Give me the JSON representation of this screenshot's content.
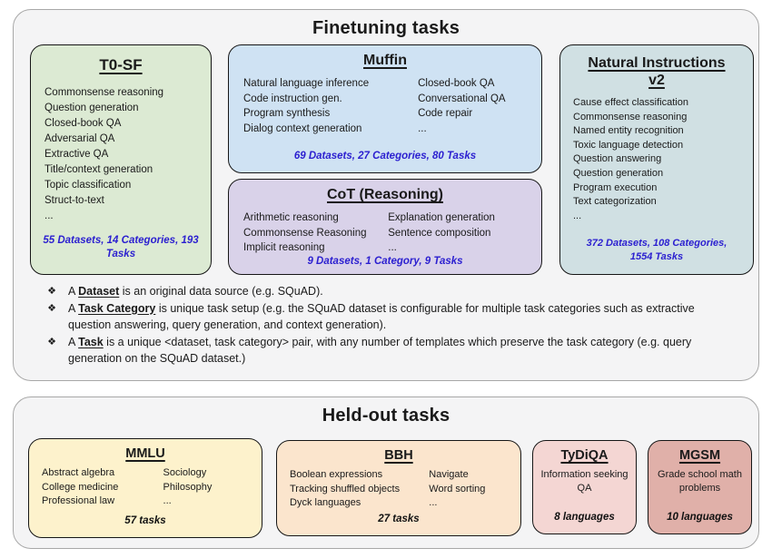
{
  "finetuning": {
    "title": "Finetuning tasks",
    "bullet_glyph": "❖",
    "boxes": {
      "t0sf": {
        "title": "T0-SF",
        "items": [
          "Commonsense reasoning",
          "Question generation",
          "Closed-book QA",
          "Adversarial QA",
          "Extractive QA",
          "Title/context generation",
          "Topic classification",
          "Struct-to-text",
          "..."
        ],
        "stats": "55 Datasets, 14 Categories, 193 Tasks"
      },
      "muffin": {
        "title": "Muffin",
        "col1": [
          "Natural language inference",
          "Code instruction gen.",
          "Program synthesis",
          "Dialog context generation"
        ],
        "col2": [
          "Closed-book QA",
          "Conversational QA",
          "Code repair",
          "..."
        ],
        "stats": "69 Datasets, 27 Categories, 80 Tasks"
      },
      "cot": {
        "title": "CoT (Reasoning)",
        "col1": [
          "Arithmetic reasoning",
          "Commonsense Reasoning",
          "Implicit reasoning"
        ],
        "col2": [
          "Explanation generation",
          "Sentence composition",
          "..."
        ],
        "stats": "9 Datasets, 1 Category, 9 Tasks"
      },
      "niv2": {
        "title": "Natural Instructions v2",
        "items": [
          "Cause effect classification",
          "Commonsense reasoning",
          "Named entity recognition",
          "Toxic language detection",
          "Question answering",
          "Question generation",
          "Program execution",
          "Text categorization",
          "..."
        ],
        "stats": "372 Datasets, 108 Categories, 1554 Tasks"
      }
    },
    "notes": [
      {
        "prefix": "A ",
        "term": "Dataset",
        "rest": " is an original data source (e.g. SQuAD)."
      },
      {
        "prefix": "A ",
        "term": "Task Category",
        "rest": " is unique task setup (e.g. the SQuAD dataset is configurable for multiple task categories such as extractive question answering, query generation, and context generation)."
      },
      {
        "prefix": "A ",
        "term": "Task",
        "rest": " is a unique <dataset, task category> pair, with any number of templates which preserve the task category (e.g. query generation on the SQuAD dataset.)"
      }
    ]
  },
  "heldout": {
    "title": "Held-out tasks",
    "boxes": {
      "mmlu": {
        "title": "MMLU",
        "col1": [
          "Abstract algebra",
          "College medicine",
          "Professional law"
        ],
        "col2": [
          "Sociology",
          "Philosophy",
          "..."
        ],
        "stats": "57 tasks"
      },
      "bbh": {
        "title": "BBH",
        "col1": [
          "Boolean expressions",
          "Tracking shuffled objects",
          "Dyck languages"
        ],
        "col2": [
          "Navigate",
          "Word sorting",
          "..."
        ],
        "stats": "27 tasks"
      },
      "tydiqa": {
        "title": "TyDiQA",
        "desc": "Information seeking QA",
        "stats": "8 languages"
      },
      "mgsm": {
        "title": "MGSM",
        "desc": "Grade school math problems",
        "stats": "10 languages"
      }
    }
  },
  "colors": {
    "stats_blue": "#2b1fd0",
    "t0sf_green": "#dcead3",
    "muffin_blue": "#cfe2f3",
    "cot_purple": "#d9d2e9",
    "niv2_cyan": "#d0e0e3",
    "mmlu_yellow": "#fdf2cc",
    "bbh_orange": "#fbe5cd",
    "tydiqa_pink": "#f4d6d3",
    "mgsm_rose": "#e0b0a9"
  }
}
